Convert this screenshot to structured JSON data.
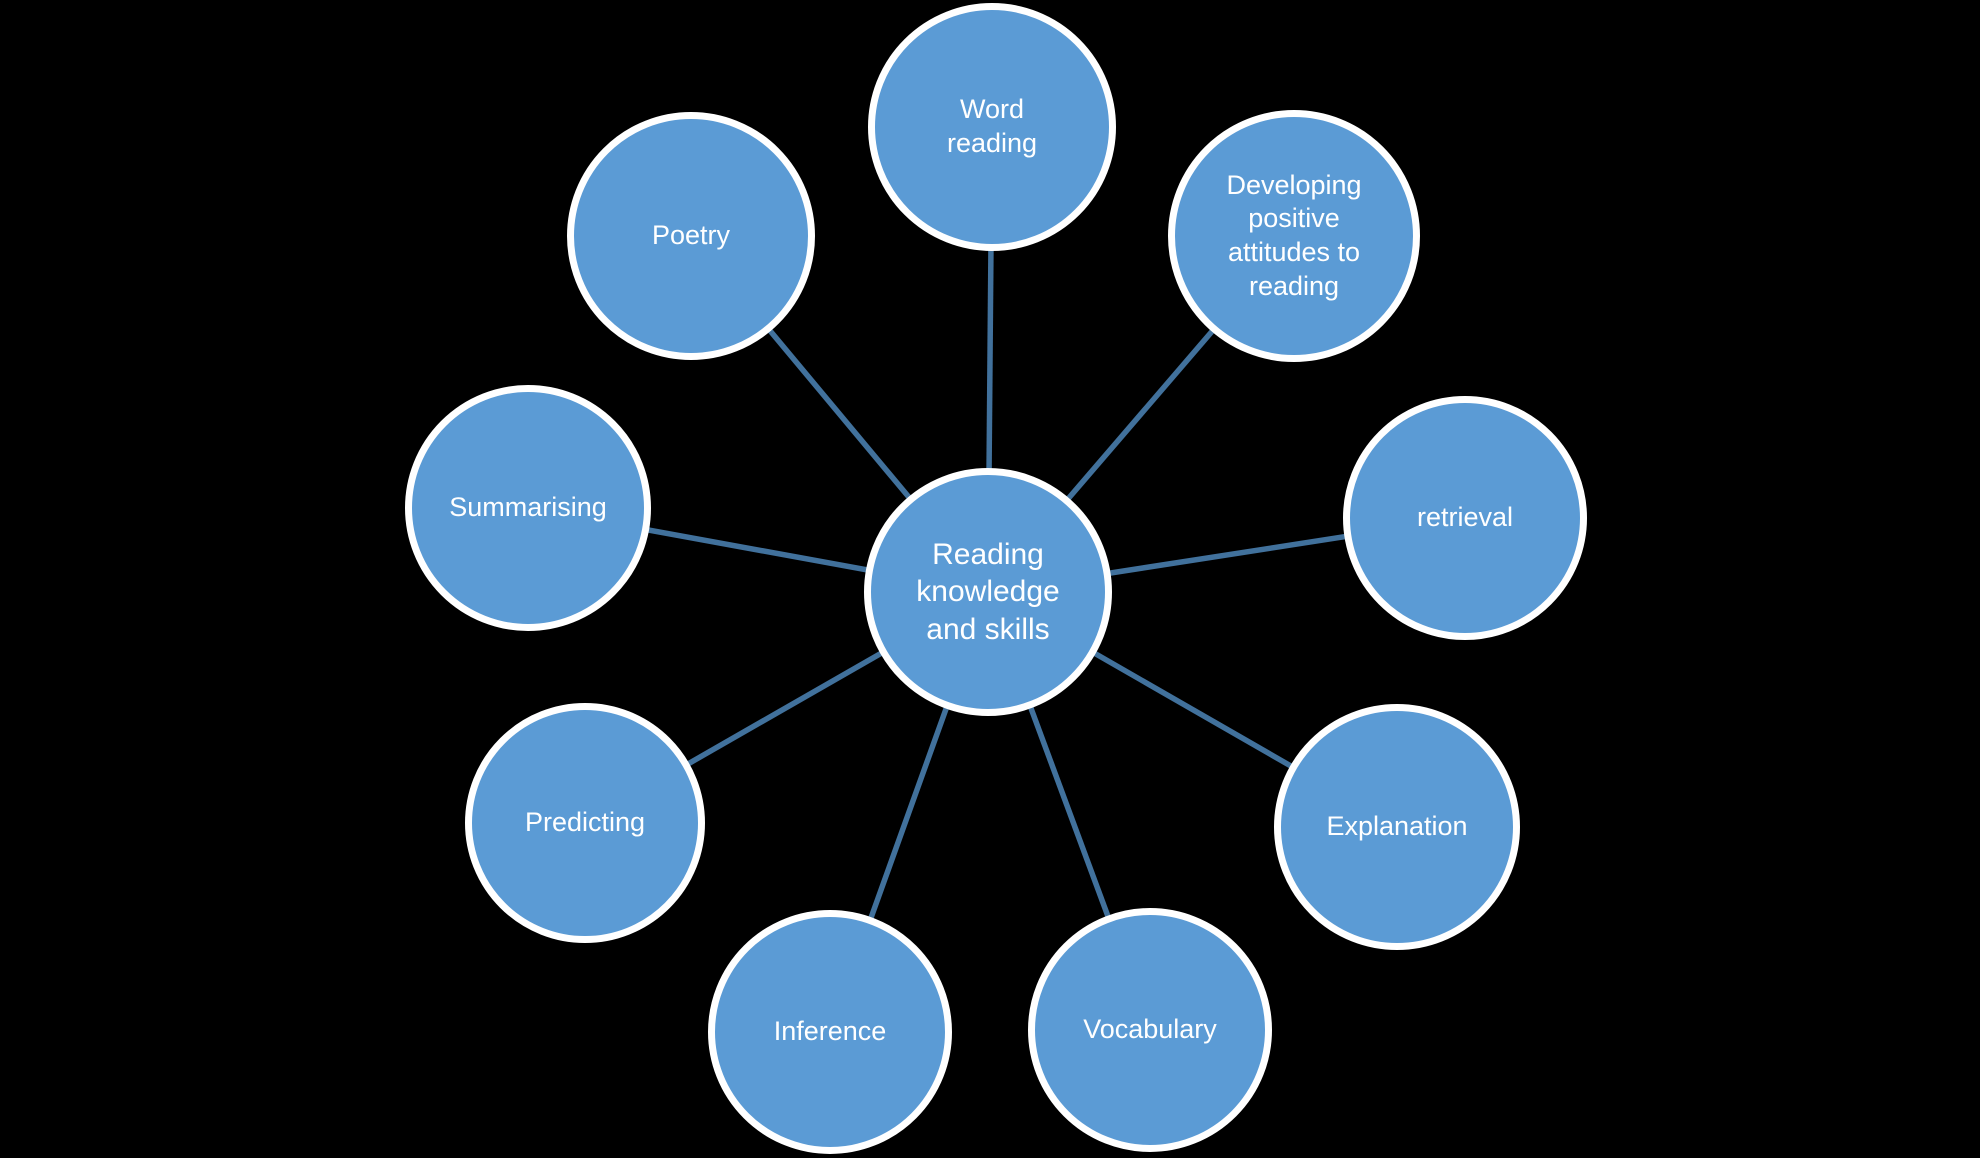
{
  "diagram": {
    "center": {
      "label": "Reading knowledge and skills"
    },
    "nodes": [
      {
        "label": "Word reading"
      },
      {
        "label": "Developing positive attitudes to reading"
      },
      {
        "label": "retrieval"
      },
      {
        "label": "Explanation"
      },
      {
        "label": "Vocabulary"
      },
      {
        "label": "Inference"
      },
      {
        "label": "Predicting"
      },
      {
        "label": "Summarising"
      },
      {
        "label": "Poetry"
      }
    ],
    "colors": {
      "page_bg": "#000000",
      "node_fill": "#5b9bd5",
      "node_border": "#ffffff",
      "connector": "#41719c",
      "text_color": "#ffffff"
    }
  }
}
